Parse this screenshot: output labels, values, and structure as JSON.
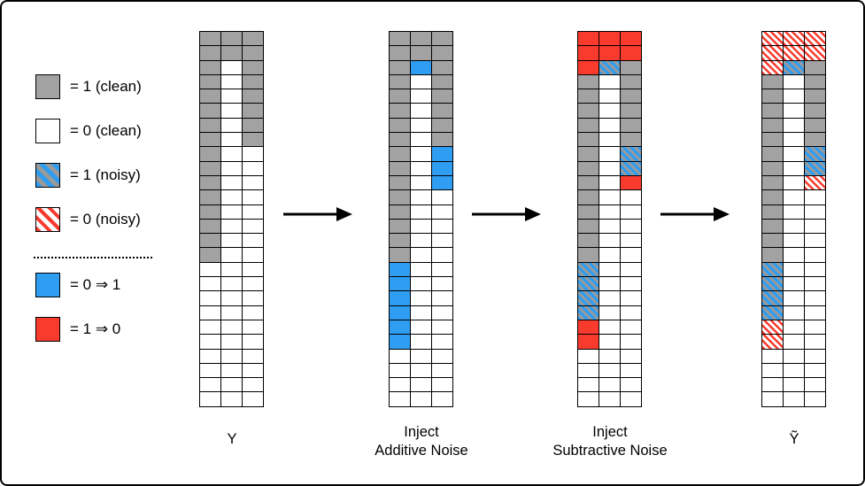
{
  "legend": {
    "items": [
      {
        "swatch": "G",
        "label": "= 1 (clean)"
      },
      {
        "swatch": "W",
        "label": "= 0 (clean)"
      },
      {
        "swatch": "b",
        "label": "= 1 (noisy)"
      },
      {
        "swatch": "r",
        "label": "= 0 (noisy)"
      },
      {
        "swatch": "B",
        "label": "= 0 ⇒ 1"
      },
      {
        "swatch": "R",
        "label": "= 1 ⇒ 0"
      }
    ]
  },
  "colors": {
    "clean_one_gray": "#A2A2A2",
    "clean_zero_white": "#FFFFFF",
    "flip_zero_to_one_blue": "#2E9DF2",
    "flip_one_to_zero_red": "#F93B2E",
    "border_black": "#000000"
  },
  "code_meanings": {
    "G": "1 (clean)",
    "W": "0 (clean)",
    "B": "0 ⇒ 1 flip (solid blue)",
    "R": "1 ⇒ 0 flip (solid red)",
    "b": "1 (noisy, blue hatched)",
    "r": "0 (noisy, red hatched)"
  },
  "stages": [
    {
      "label": "Y",
      "rows": [
        "GGG",
        "GGG",
        "GWG",
        "GWG",
        "GWG",
        "GWG",
        "GWG",
        "GWG",
        "GWW",
        "GWW",
        "GWW",
        "GWW",
        "GWW",
        "GWW",
        "GWW",
        "GWW",
        "WWW",
        "WWW",
        "WWW",
        "WWW",
        "WWW",
        "WWW",
        "WWW",
        "WWW",
        "WWW",
        "WWW"
      ]
    },
    {
      "label": "Inject\nAdditive Noise",
      "rows": [
        "GGG",
        "GGG",
        "GBG",
        "GWG",
        "GWG",
        "GWG",
        "GWG",
        "GWG",
        "GWB",
        "GWB",
        "GWB",
        "GWW",
        "GWW",
        "GWW",
        "GWW",
        "GWW",
        "BWW",
        "BWW",
        "BWW",
        "BWW",
        "BWW",
        "BWW",
        "WWW",
        "WWW",
        "WWW",
        "WWW"
      ]
    },
    {
      "label": "Inject\nSubtractive Noise",
      "rows": [
        "RRR",
        "RRR",
        "RbG",
        "GWG",
        "GWG",
        "GWG",
        "GWG",
        "GWG",
        "GWb",
        "GWb",
        "GWR",
        "GWW",
        "GWW",
        "GWW",
        "GWW",
        "GWW",
        "bWW",
        "bWW",
        "bWW",
        "bWW",
        "RWW",
        "RWW",
        "WWW",
        "WWW",
        "WWW",
        "WWW"
      ]
    },
    {
      "label": "Ỹ",
      "rows": [
        "rrr",
        "rrr",
        "rbG",
        "GWG",
        "GWG",
        "GWG",
        "GWG",
        "GWG",
        "GWb",
        "GWb",
        "GWr",
        "GWW",
        "GWW",
        "GWW",
        "GWW",
        "GWW",
        "bWW",
        "bWW",
        "bWW",
        "bWW",
        "rWW",
        "rWW",
        "WWW",
        "WWW",
        "WWW",
        "WWW"
      ]
    }
  ]
}
